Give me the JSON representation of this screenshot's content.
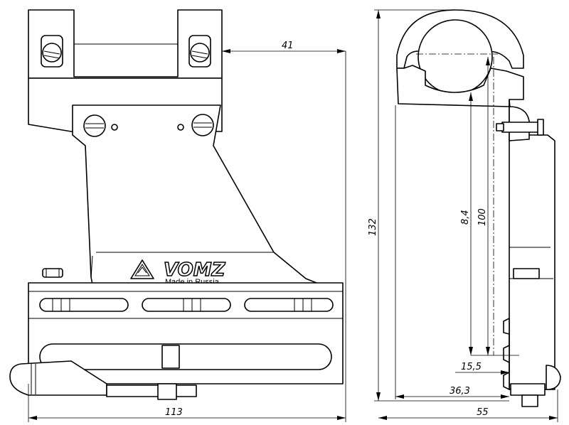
{
  "drawing": {
    "brand": "VOMZ",
    "tagline": "Made in Russia",
    "dimensions": {
      "d41": "41",
      "d113": "113",
      "d132": "132",
      "d84": "8,4",
      "d100": "100",
      "d155": "15,5",
      "d363": "36,3",
      "d55": "55"
    }
  }
}
